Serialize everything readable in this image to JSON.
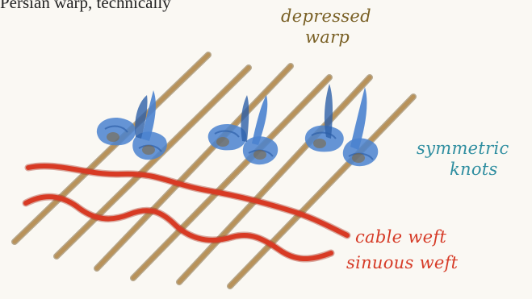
{
  "top_caption": "Persian warp, technically",
  "labels": {
    "depressed_warp_line1": "depressed",
    "depressed_warp_line2": "warp",
    "symmetric_knots_line1": "symmetric",
    "symmetric_knots_line2": "knots",
    "cable_weft": "cable weft",
    "sinuous_weft": "sinuous weft"
  },
  "colors": {
    "background": "#faf8f3",
    "warp": "#b8925a",
    "warp_shadow": "#7f6538",
    "knot": "#4a82cf",
    "knot_dark": "#2d5fa8",
    "weft": "#d83a24",
    "label_warp": "#7a6126",
    "label_knots": "#2f8ea0",
    "label_weft": "#d63b27"
  }
}
